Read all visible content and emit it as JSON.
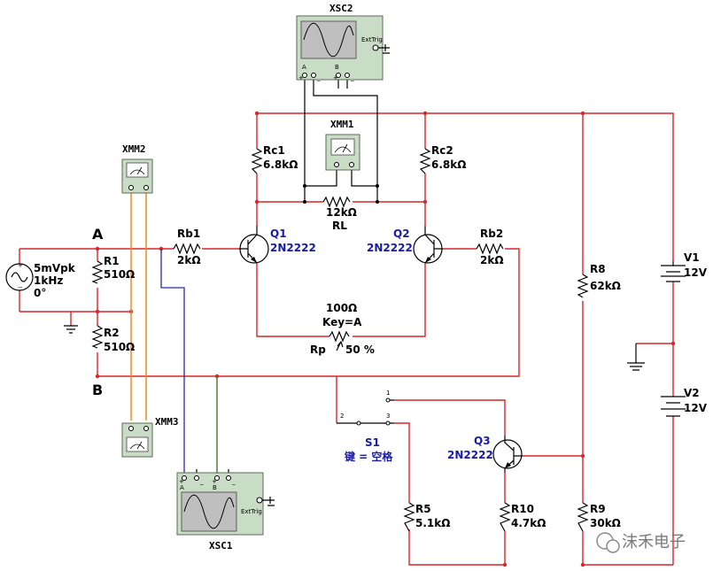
{
  "instruments": {
    "xsc2": "XSC2",
    "xsc1": "XSC1",
    "xmm1": "XMM1",
    "xmm2": "XMM2",
    "xmm3": "XMM3",
    "ext_trig": "ExtTrig",
    "ch_a": "A",
    "ch_b": "B",
    "plus": "+",
    "minus": "_"
  },
  "nodes": {
    "a": "A",
    "b": "B"
  },
  "source": {
    "amplitude": "5mVpk",
    "frequency": "1kHz",
    "phase": "0°"
  },
  "resistors": {
    "r1": {
      "name": "R1",
      "value": "510Ω"
    },
    "r2": {
      "name": "R2",
      "value": "510Ω"
    },
    "rb1": {
      "name": "Rb1",
      "value": "2kΩ"
    },
    "rb2": {
      "name": "Rb2",
      "value": "2kΩ"
    },
    "rc1": {
      "name": "Rc1",
      "value": "6.8kΩ"
    },
    "rc2": {
      "name": "Rc2",
      "value": "6.8kΩ"
    },
    "rl": {
      "name": "RL",
      "value": "12kΩ"
    },
    "r8": {
      "name": "R8",
      "value": "62kΩ"
    },
    "r9": {
      "name": "R9",
      "value": "30kΩ"
    },
    "r5": {
      "name": "R5",
      "value": "5.1kΩ"
    },
    "r10": {
      "name": "R10",
      "value": "4.7kΩ"
    }
  },
  "potentiometer": {
    "value": "100Ω",
    "key": "Key=A",
    "name": "Rp",
    "percent": "50 %"
  },
  "transistors": {
    "q1": {
      "name": "Q1",
      "model": "2N2222"
    },
    "q2": {
      "name": "Q2",
      "model": "2N2222"
    },
    "q3": {
      "name": "Q3",
      "model": "2N2222"
    }
  },
  "batteries": {
    "v1": {
      "name": "V1",
      "value": "12V"
    },
    "v2": {
      "name": "V2",
      "value": "12V"
    }
  },
  "switch": {
    "name": "S1",
    "key": "键 = 空格",
    "pin1": "1",
    "pin2": "2",
    "pin3": "3"
  },
  "watermark": "沫禾电子",
  "colors": {
    "wire_red": "#d8262a",
    "wire_blue": "#2a2aa8",
    "wire_orange": "#f08a1c",
    "wire_green": "#3a7a2a",
    "instrument_bg": "#c9dcc5",
    "label_blue": "#1a1aa8"
  }
}
